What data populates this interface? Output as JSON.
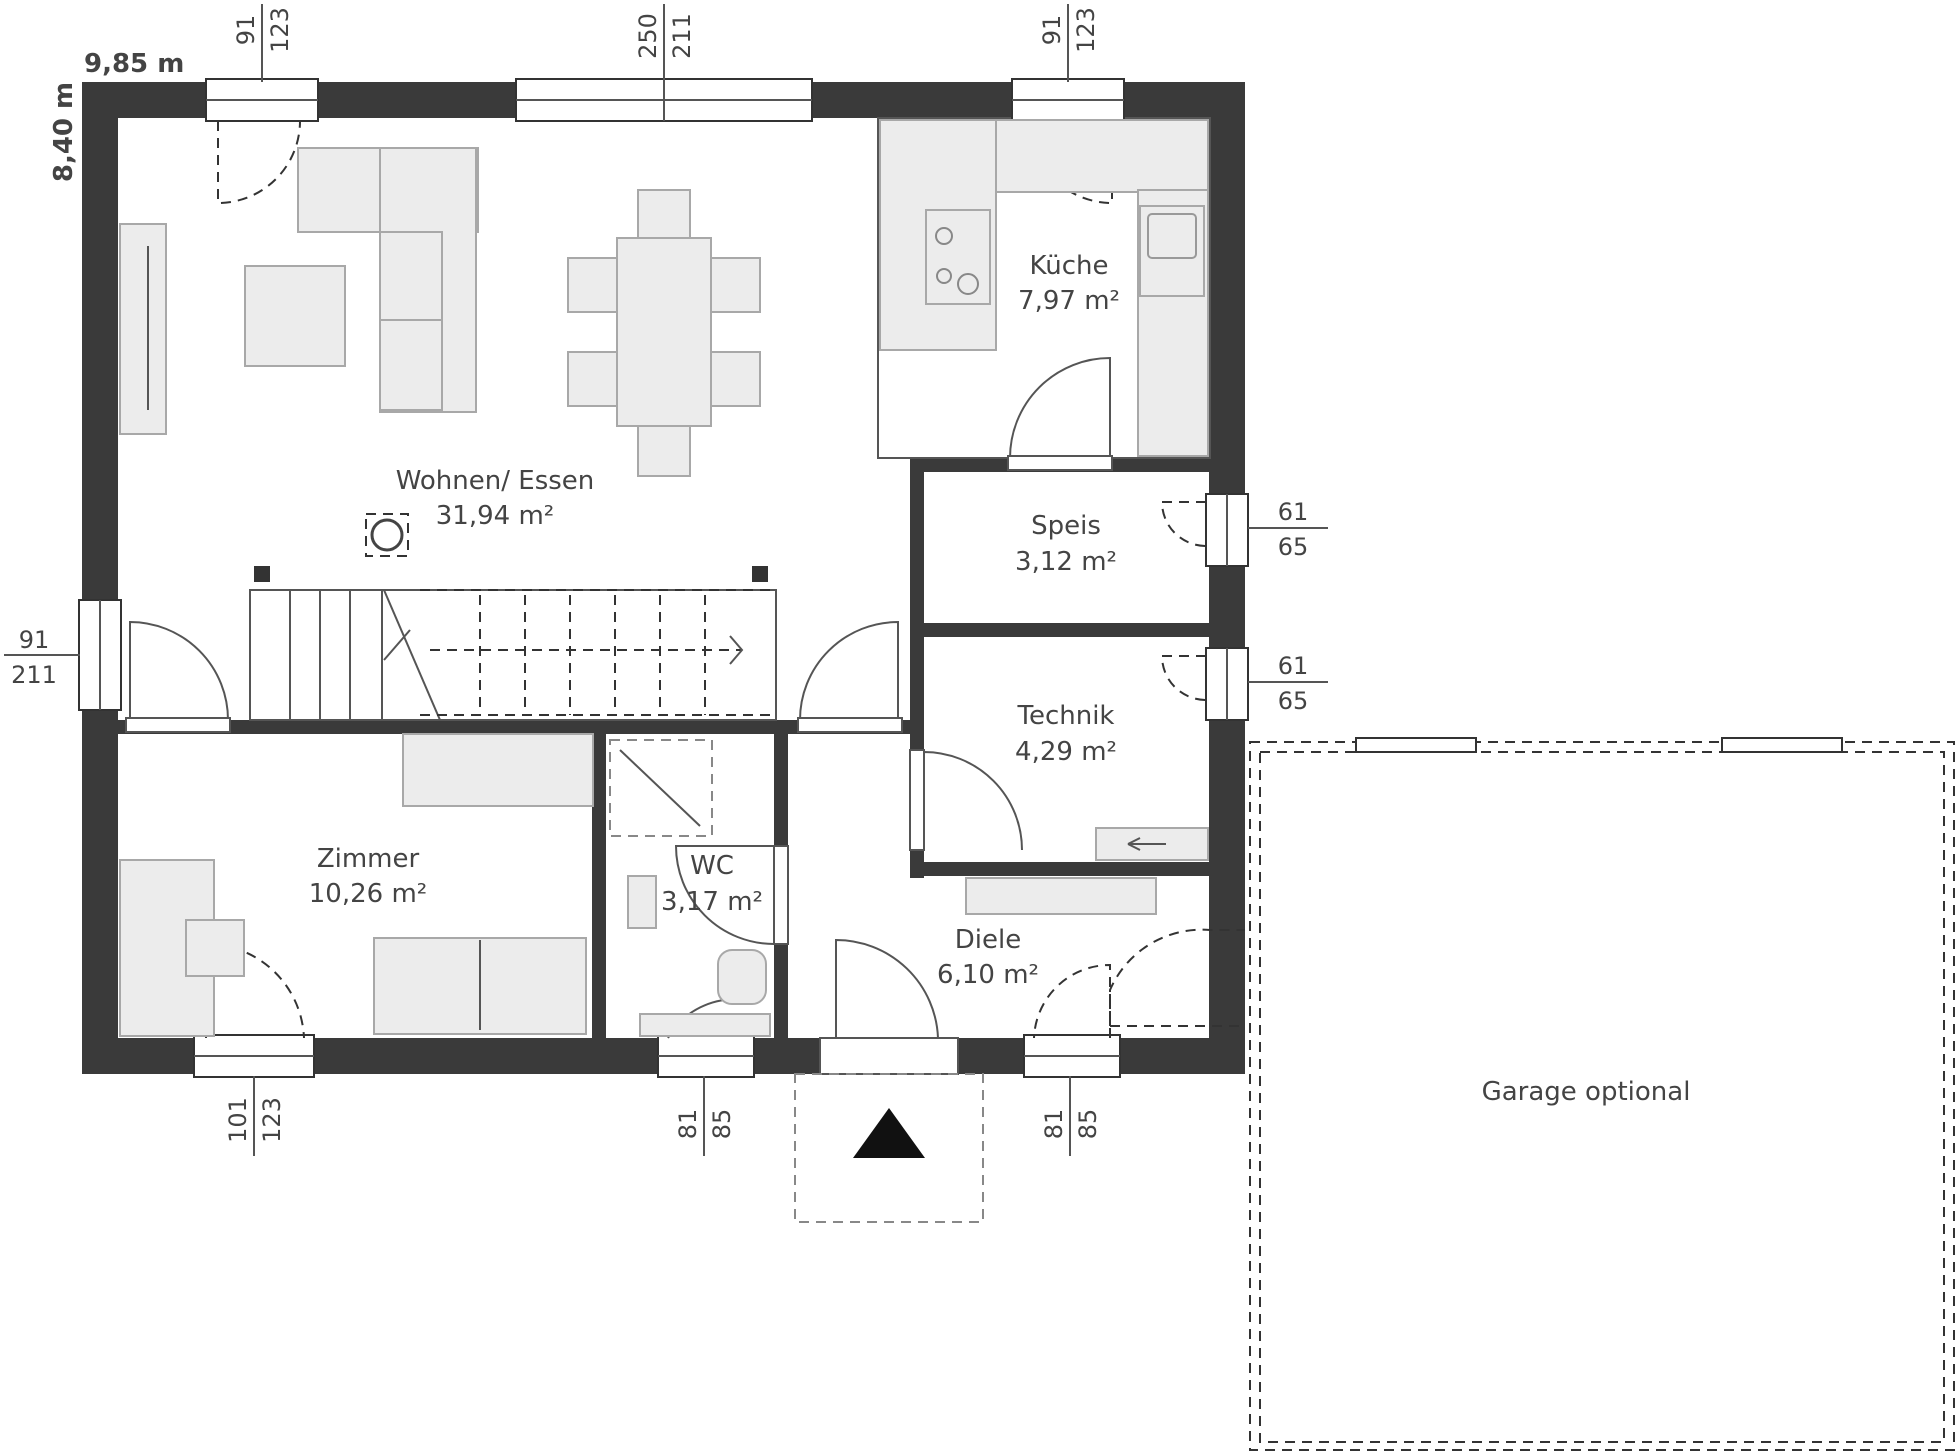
{
  "overall": {
    "width_label": "9,85 m",
    "depth_label": "8,40 m"
  },
  "rooms": [
    {
      "id": "wohnen",
      "name": "Wohnen/ Essen",
      "area": "31,94 m²"
    },
    {
      "id": "kueche",
      "name": "Küche",
      "area": "7,97 m²"
    },
    {
      "id": "speis",
      "name": "Speis",
      "area": "3,12 m²"
    },
    {
      "id": "technik",
      "name": "Technik",
      "area": "4,29 m²"
    },
    {
      "id": "zimmer",
      "name": "Zimmer",
      "area": "10,26 m²"
    },
    {
      "id": "wc",
      "name": "WC",
      "area": "3,17 m²"
    },
    {
      "id": "diele",
      "name": "Diele",
      "area": "6,10 m²"
    }
  ],
  "garage": {
    "label": "Garage optional"
  },
  "window_dims": {
    "top_left": {
      "a": "91",
      "b": "123"
    },
    "top_center": {
      "a": "250",
      "b": "211"
    },
    "top_right": {
      "a": "91",
      "b": "123"
    },
    "left": {
      "a": "91",
      "b": "211"
    },
    "right_speis": {
      "a": "61",
      "b": "65"
    },
    "right_technik": {
      "a": "61",
      "b": "65"
    },
    "bottom_zimmer": {
      "a": "101",
      "b": "123"
    },
    "bottom_wc": {
      "a": "81",
      "b": "85"
    },
    "bottom_diele": {
      "a": "81",
      "b": "85"
    }
  }
}
